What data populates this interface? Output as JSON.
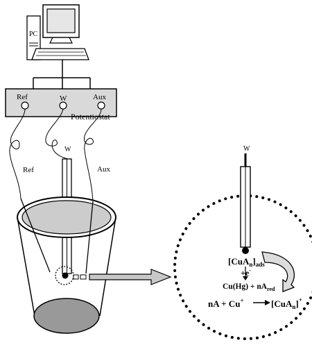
{
  "computer": {
    "label": "PC"
  },
  "potentiostat": {
    "label": "Potentiostat",
    "terminals": [
      "Ref",
      "W",
      "Aux"
    ]
  },
  "cable_labels": {
    "ref": "Ref",
    "aux": "Aux"
  },
  "electrode": {
    "label": "W"
  },
  "zoom": {
    "electrode_label": "W",
    "eq_adsorbed": "[CuA",
    "eq_adsorbed_sub": "n",
    "eq_adsorbed_tail": "]",
    "eq_adsorbed_sub2": "ads",
    "eq_plus_e": "+e",
    "eq_plus_e_sup": "-",
    "eq_amalgam": "Cu(Hg) + nA",
    "eq_amalgam_sub": "red",
    "eq_reactants": "nA + Cu",
    "eq_reactants_sup": "+",
    "eq_product": "[CuA",
    "eq_product_sub": "n",
    "eq_product_tail": "]",
    "eq_product_sup": "+"
  },
  "colors": {
    "potentiostat_fill": "#d9d9d9",
    "beaker_top": "#cccccc",
    "beaker_bottom": "#999999",
    "stroke": "#000000"
  }
}
